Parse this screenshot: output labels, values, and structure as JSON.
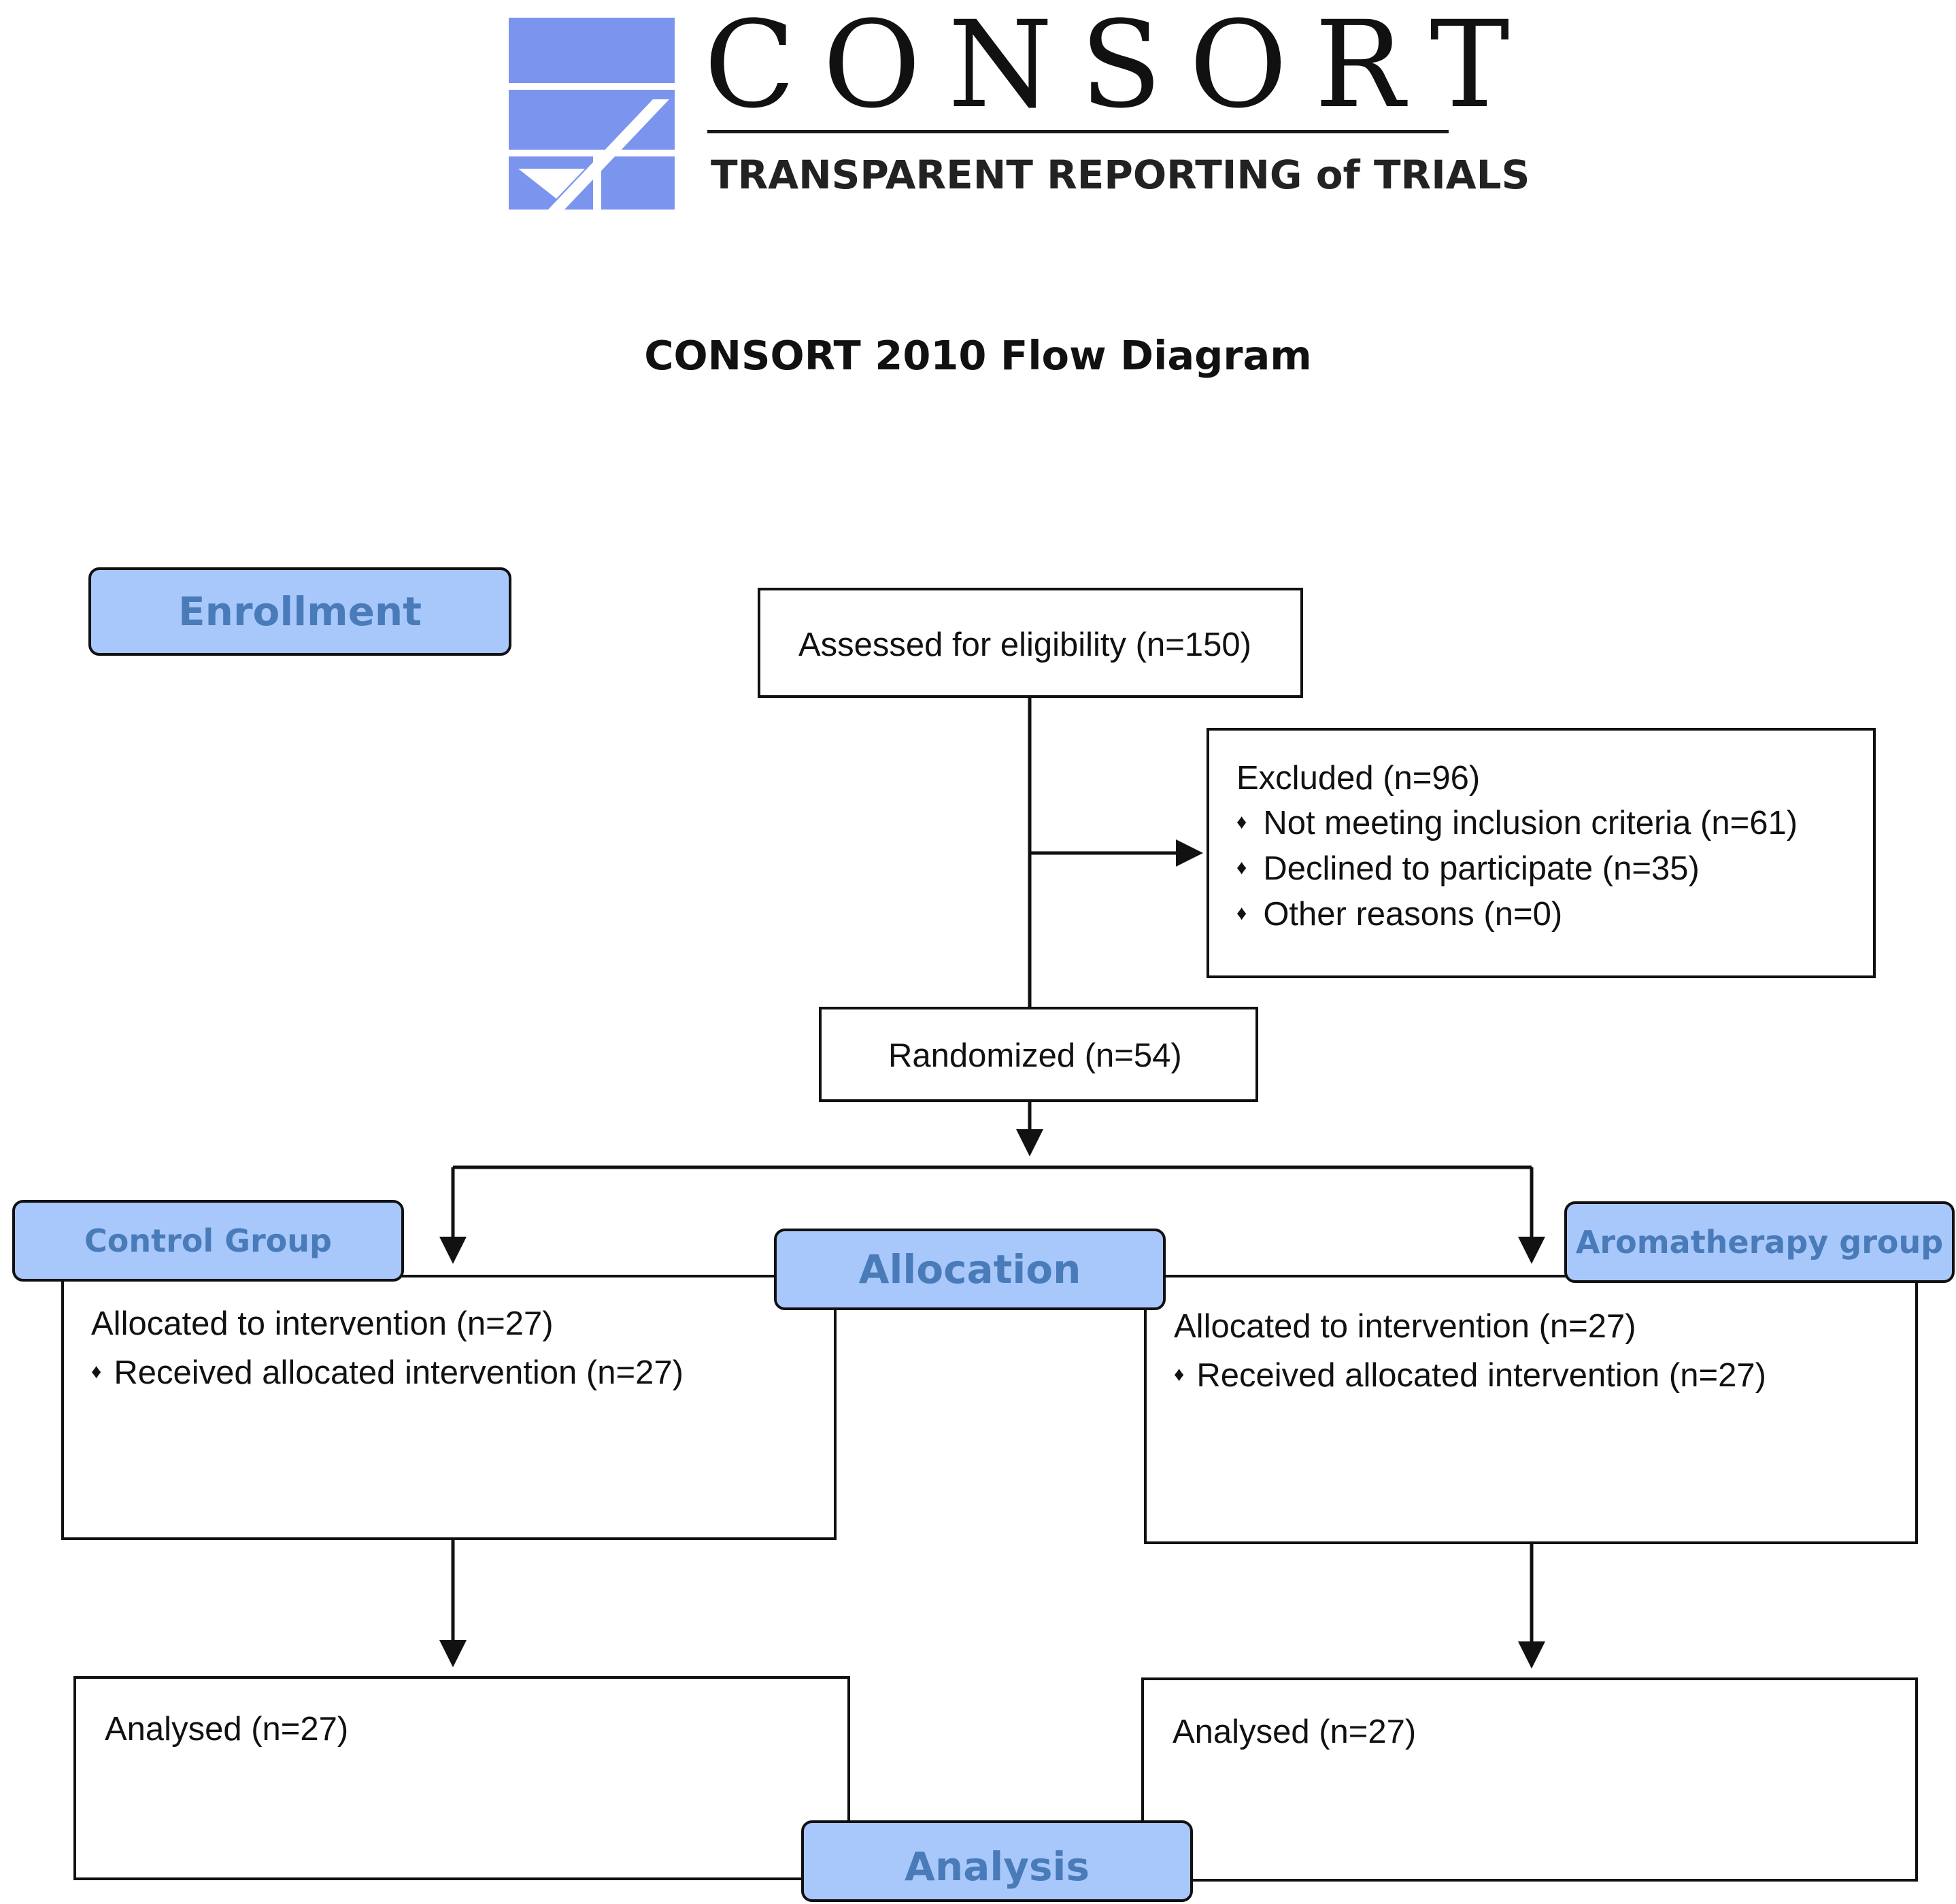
{
  "logo": {
    "wordmark": "CONSORT",
    "tagline": "TRANSPARENT REPORTING of TRIALS",
    "colors": {
      "mark": "#7b95ee",
      "text": "#111111"
    }
  },
  "title": "CONSORT 2010 Flow Diagram",
  "stages": {
    "enrollment": "Enrollment",
    "allocation": "Allocation",
    "analysis": "Analysis"
  },
  "groups": {
    "control": "Control Group",
    "aromatherapy": "Aromatherapy group"
  },
  "enrollment": {
    "assessed": "Assessed for eligibility (n=150)",
    "excluded": {
      "heading": "Excluded (n=96)",
      "reasons": [
        "Not meeting inclusion criteria (n=61)",
        "Declined to participate (n=35)",
        "Other reasons (n=0)"
      ]
    },
    "randomized": "Randomized (n=54)"
  },
  "allocation": {
    "control": {
      "allocated": "Allocated to intervention (n=27)",
      "received": "Received allocated intervention (n=27)"
    },
    "aromatherapy": {
      "allocated": "Allocated to intervention (n=27)",
      "received": "Received allocated intervention (n=27)"
    }
  },
  "analysis": {
    "control": "Analysed (n=27)",
    "aromatherapy": "Analysed (n=27)"
  },
  "bullet_glyph": "♦",
  "colors": {
    "tab_fill": "#a8c8fb",
    "tab_text": "#4a7bb9",
    "line": "#111111"
  }
}
